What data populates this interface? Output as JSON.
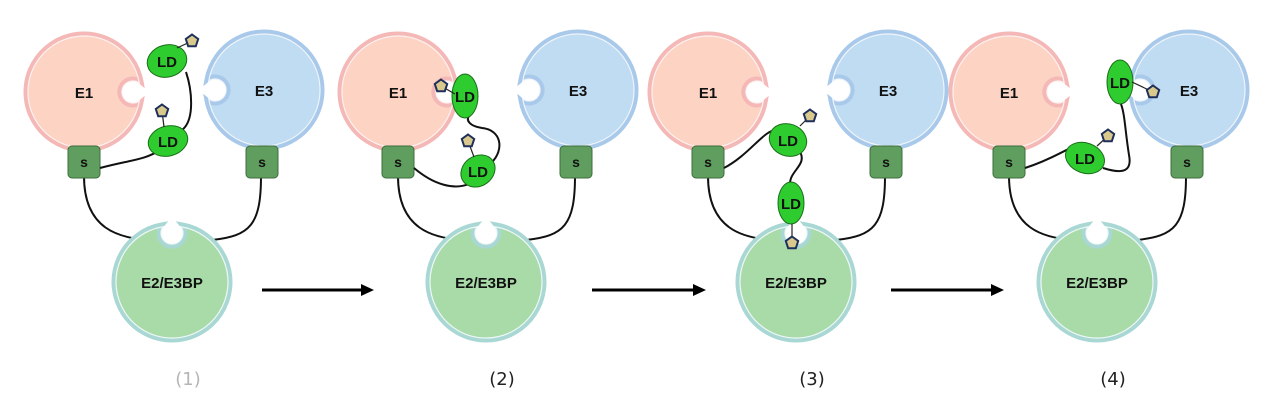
{
  "figure": {
    "colors": {
      "e1_fill": "#fdd3c4",
      "e1_edge": "#f4b8b6",
      "e3_fill": "#bfdcf3",
      "e3_edge": "#a9c9ea",
      "e2_fill": "#a8dba8",
      "e2_edge": "#a9d8d4",
      "s_fill": "#5f9e5f",
      "ld_fill": "#2ecc2e",
      "lipoyl_fill": "#d9c98d",
      "lipoyl_edge": "#1f2f5c",
      "arrow": "#000000",
      "step_active": "#222222",
      "step_inactive": "#b5b5b5"
    },
    "labels": {
      "e1": "E1",
      "e3": "E3",
      "e2": "E2/E3BP",
      "subunit": "s",
      "lipoyl_domain": "LD"
    },
    "panels": [
      {
        "step": "(1)",
        "state": "inactive",
        "description": "LD domains free; lipoyl groups unbound"
      },
      {
        "step": "(2)",
        "state": "active",
        "description": "Lipoyl group of LD enters E1 active site"
      },
      {
        "step": "(3)",
        "state": "active",
        "description": "Lipoyl group of LD enters E2/E3BP active site"
      },
      {
        "step": "(4)",
        "state": "active",
        "description": "Lipoyl group of LD enters E3 active site"
      }
    ],
    "arrows": 3
  }
}
